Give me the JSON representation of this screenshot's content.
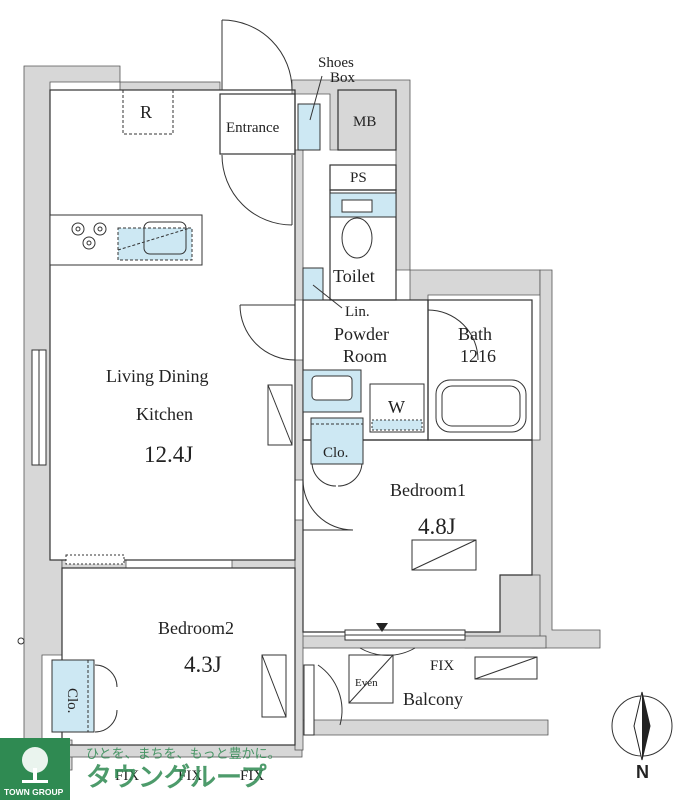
{
  "labels": {
    "shoes_box_1": "Shoes",
    "shoes_box_2": "Box",
    "mb": "MB",
    "entrance": "Entrance",
    "refrigerator": "R",
    "ps": "PS",
    "toilet": "Toilet",
    "linen": "Lin.",
    "powder_1": "Powder",
    "powder_2": "Room",
    "bath_1": "Bath",
    "bath_2": "1216",
    "washer": "W",
    "closet_1": "Clo.",
    "closet_2": "Clo.",
    "ldk_1": "Living Dining",
    "ldk_2": "Kitchen",
    "ldk_size": "12.4J",
    "bedroom1": "Bedroom1",
    "bedroom1_size": "4.8J",
    "bedroom2": "Bedroom2",
    "bedroom2_size": "4.3J",
    "balcony": "Balcony",
    "even": "Even",
    "fix_balcony": "FIX",
    "fix_bottom": [
      "FIX",
      "FIX",
      "FIX"
    ],
    "north": "N"
  },
  "logo": {
    "tagline": "ひとを、まちを、もっと豊かに。",
    "name_jp": "タウングループ",
    "name_en": "TOWN GROUP"
  },
  "colors": {
    "wall": "#d7d7d7",
    "line": "#333333",
    "fixture_blue": "#cde8f3",
    "logo_green": "#2f8a52"
  }
}
